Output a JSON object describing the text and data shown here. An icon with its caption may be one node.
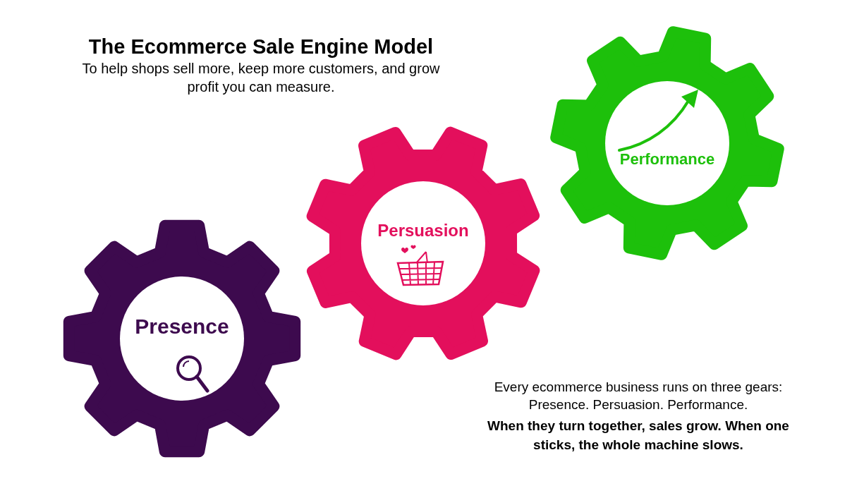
{
  "diagram": {
    "title": "The Ecommerce Sale Engine Model",
    "nodes": [
      {
        "text": [
          "Presence"
        ]
      },
      {
        "text": [
          "Persuasion"
        ]
      },
      {
        "text": [
          "Performance"
        ]
      }
    ],
    "labels": [
      "To help shops sell more, keep more customers, and grow profit you can measure.",
      "Every ecommerce business runs on three gears: Presence. Persuasion. Performance.",
      "When they turn together, sales grow. When one sticks, the whole machine slows."
    ]
  }
}
